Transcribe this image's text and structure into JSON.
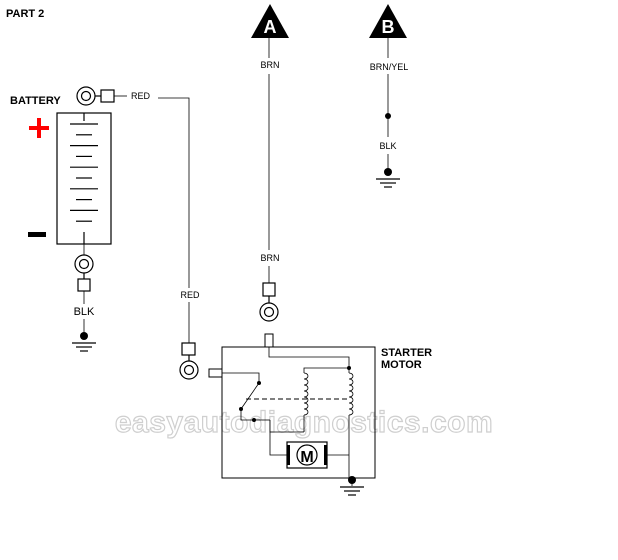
{
  "page_title": "PART 2",
  "battery": {
    "label": "BATTERY",
    "positive_wire": "RED",
    "negative_wire": "BLK",
    "positive_color": "#ff0000",
    "negative_color": "#000000"
  },
  "connector_a": {
    "letter": "A",
    "wire_top": "BRN",
    "wire_bottom": "BRN"
  },
  "connector_b": {
    "letter": "B",
    "wire_top": "BRN/YEL",
    "wire_bottom": "BLK"
  },
  "red_wire_label": "RED",
  "starter": {
    "label_line1": "STARTER",
    "label_line2": "MOTOR",
    "motor_letter": "M"
  },
  "watermark": "easyautodiagnostics.com"
}
